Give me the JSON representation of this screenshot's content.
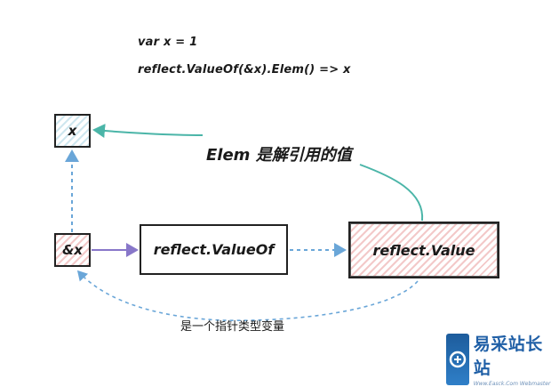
{
  "code": {
    "line1": "var x = 1",
    "line2": "reflect.ValueOf(&x).Elem() => x"
  },
  "nodes": {
    "x": "x",
    "ampx": "&x",
    "valueof": "reflect.ValueOf",
    "value": "reflect.Value"
  },
  "annotations": {
    "elem": "Elem 是解引用的值",
    "pointer": "是一个指针类型变量"
  },
  "watermark": {
    "title": "易采站长站",
    "subtitle": "Www.Easck.Com Webmaster"
  },
  "colors": {
    "teal": "#4bb5a8",
    "blue_dashed": "#6aa6d8",
    "purple": "#8877c9",
    "pink_hatch": "#f3c9c9",
    "blue_hatch": "#cfe7ef"
  }
}
